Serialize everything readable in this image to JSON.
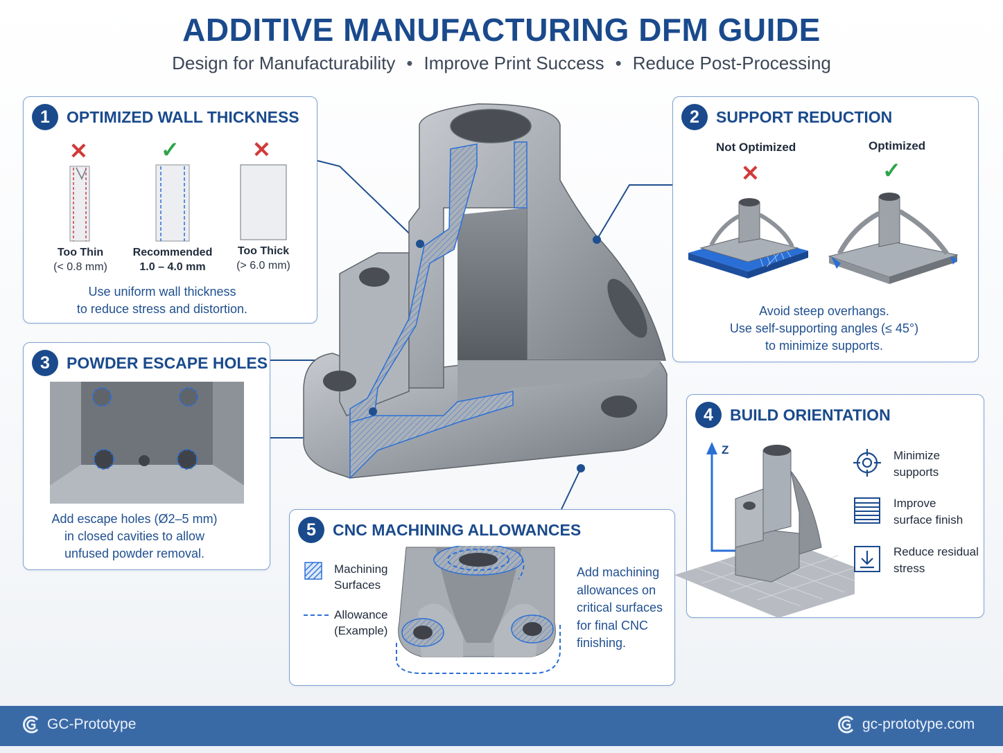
{
  "header": {
    "title": "ADDITIVE MANUFACTURING DFM GUIDE",
    "subtitle_items": [
      "Design for Manufacturability",
      "Improve Print Success",
      "Reduce Post-Processing"
    ]
  },
  "sections": {
    "wall": {
      "number": "1",
      "title": "OPTIMIZED WALL THICKNESS",
      "samples": [
        {
          "label": "Too Thin",
          "range": "(< 0.8 mm)",
          "verdict": "bad"
        },
        {
          "label": "Recommended",
          "range": "1.0 – 4.0 mm",
          "verdict": "good"
        },
        {
          "label": "Too Thick",
          "range": "(> 6.0 mm)",
          "verdict": "bad"
        }
      ],
      "tip_line1": "Use uniform wall thickness",
      "tip_line2": "to reduce stress and distortion."
    },
    "support": {
      "number": "2",
      "title": "SUPPORT REDUCTION",
      "not_optimized": "Not Optimized",
      "optimized": "Optimized",
      "tip_line1": "Avoid steep overhangs.",
      "tip_line2": "Use self-supporting angles (≤ 45°)",
      "tip_line3": "to minimize supports."
    },
    "powder": {
      "number": "3",
      "title": "POWDER ESCAPE HOLES",
      "tip_line1": "Add escape holes (Ø2–5 mm)",
      "tip_line2": "in closed cavities to allow",
      "tip_line3": "unfused powder removal."
    },
    "orientation": {
      "number": "4",
      "title": "BUILD ORIENTATION",
      "axis_label": "Z",
      "benefits": [
        {
          "icon": "target-icon",
          "line1": "Minimize",
          "line2": "supports"
        },
        {
          "icon": "layers-icon",
          "line1": "Improve",
          "line2": "surface finish"
        },
        {
          "icon": "download-tray-icon",
          "line1": "Reduce residual",
          "line2": "stress"
        }
      ]
    },
    "cnc": {
      "number": "5",
      "title": "CNC MACHINING ALLOWANCES",
      "legend": [
        {
          "line1": "Machining",
          "line2": "Surfaces"
        },
        {
          "line1": "Allowance",
          "line2": "(Example)"
        }
      ],
      "tip_lines": [
        "Add machining",
        "allowances on",
        "critical surfaces",
        "for final CNC",
        "finishing."
      ]
    }
  },
  "footer": {
    "brand_left": "GC-Prototype",
    "brand_right": "gc-prototype.com"
  },
  "colors": {
    "primary": "#1a4a8c",
    "accent": "#2a6fd6",
    "bad": "#d23a3a",
    "good": "#2da34a",
    "footer": "#3a6aa6"
  }
}
